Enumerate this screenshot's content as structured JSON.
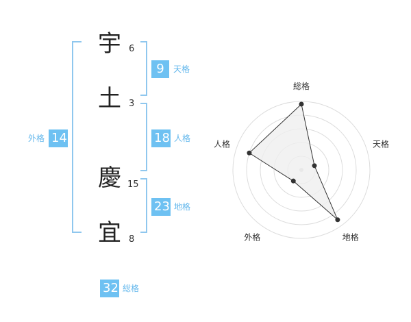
{
  "name": {
    "chars": [
      {
        "char": "宇",
        "strokes": "6"
      },
      {
        "char": "土",
        "strokes": "3"
      },
      {
        "char": "慶",
        "strokes": "15"
      },
      {
        "char": "宜",
        "strokes": "8"
      }
    ]
  },
  "fortunes": {
    "tenkaku": {
      "value": "9",
      "label": "天格"
    },
    "jinkaku": {
      "value": "18",
      "label": "人格"
    },
    "chikaku": {
      "value": "23",
      "label": "地格"
    },
    "gaikaku": {
      "value": "14",
      "label": "外格"
    },
    "soukaku": {
      "value": "32",
      "label": "総格"
    }
  },
  "chart_data": {
    "type": "radar",
    "axes": [
      "総格",
      "天格",
      "地格",
      "外格",
      "人格"
    ],
    "range": [
      0,
      5
    ],
    "rings": 5,
    "values": [
      4.8,
      1.0,
      4.5,
      1.0,
      4.0
    ],
    "colors": {
      "fill": "#efefef",
      "line": "#333333",
      "grid": "#dcdcdc",
      "point": "#333333"
    }
  }
}
